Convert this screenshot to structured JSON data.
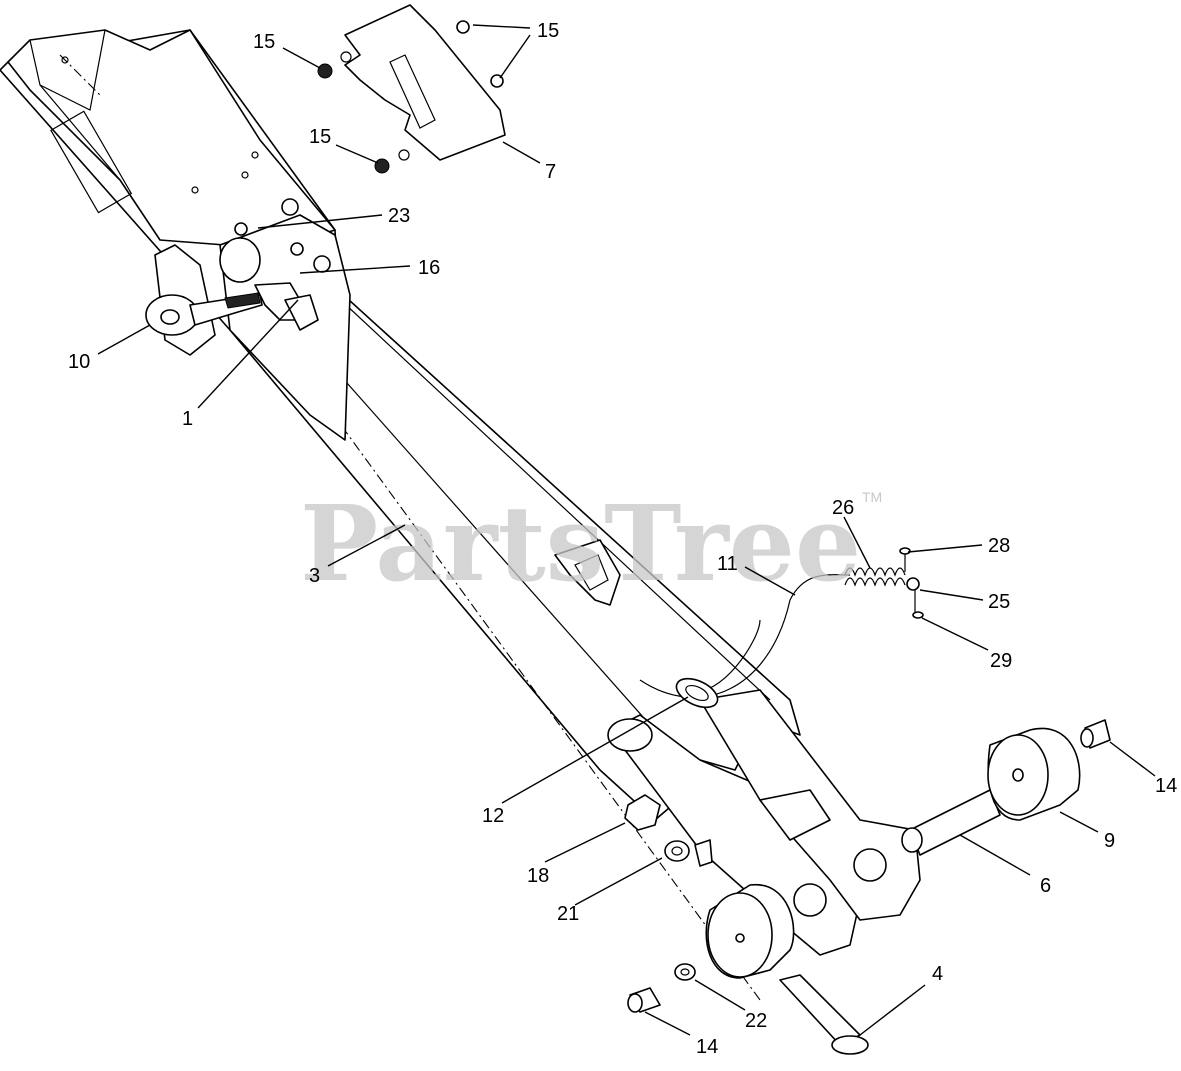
{
  "watermark": {
    "text": "PartsTree",
    "trademark": "TM"
  },
  "callouts": [
    {
      "id": "15a",
      "label": "15"
    },
    {
      "id": "15b",
      "label": "15"
    },
    {
      "id": "15c",
      "label": "15"
    },
    {
      "id": "7",
      "label": "7"
    },
    {
      "id": "23",
      "label": "23"
    },
    {
      "id": "16",
      "label": "16"
    },
    {
      "id": "10",
      "label": "10"
    },
    {
      "id": "1",
      "label": "1"
    },
    {
      "id": "3",
      "label": "3"
    },
    {
      "id": "26",
      "label": "26"
    },
    {
      "id": "11",
      "label": "11"
    },
    {
      "id": "28",
      "label": "28"
    },
    {
      "id": "25",
      "label": "25"
    },
    {
      "id": "29",
      "label": "29"
    },
    {
      "id": "14a",
      "label": "14"
    },
    {
      "id": "9",
      "label": "9"
    },
    {
      "id": "12",
      "label": "12"
    },
    {
      "id": "6",
      "label": "6"
    },
    {
      "id": "18",
      "label": "18"
    },
    {
      "id": "21",
      "label": "21"
    },
    {
      "id": "4",
      "label": "4"
    },
    {
      "id": "22",
      "label": "22"
    },
    {
      "id": "14b",
      "label": "14"
    }
  ]
}
